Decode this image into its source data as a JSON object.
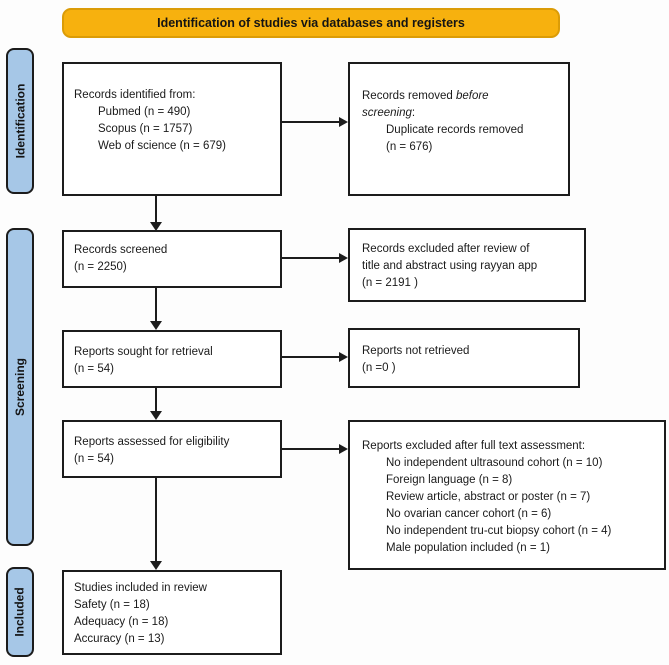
{
  "banner": {
    "label": "Identification of studies via databases and registers"
  },
  "stages": [
    {
      "label": "Identification"
    },
    {
      "label": "Screening"
    },
    {
      "label": "Included"
    }
  ],
  "colors": {
    "banner_fill": "#F7B10E",
    "banner_border": "#DB9C07",
    "stage_fill": "#A6C7E7",
    "box_border": "#1C1C1C",
    "arrow": "#1C1C1C"
  },
  "boxes": {
    "identified": {
      "title": "Records identified from:",
      "items": [
        "Pubmed (n = 490)",
        "Scopus (n = 1757)",
        "Web of science (n = 679)"
      ]
    },
    "removed": {
      "title_prefix": "Records removed ",
      "title_italic": "before screening",
      "title_suffix": ":",
      "items": [
        "Duplicate records removed",
        "(n = 676)"
      ]
    },
    "screened": {
      "lines": [
        "Records screened",
        "(n = 2250)"
      ]
    },
    "excluded_review": {
      "lines": [
        "Records excluded after review of",
        "title and abstract using rayyan app",
        "(n = 2191 )"
      ]
    },
    "sought": {
      "lines": [
        "Reports sought for retrieval",
        "(n = 54)"
      ]
    },
    "not_retrieved": {
      "lines": [
        "Reports not retrieved",
        "(n =0 )"
      ]
    },
    "assessed": {
      "lines": [
        "Reports assessed for eligibility",
        "(n = 54)"
      ]
    },
    "excluded_fulltext": {
      "title": "Reports excluded after full text assessment:",
      "items": [
        "No independent ultrasound cohort (n = 10)",
        "Foreign language (n = 8)",
        "Review article, abstract or poster (n = 7)",
        "No ovarian cancer cohort (n = 6)",
        "No independent tru-cut biopsy cohort (n = 4)",
        "Male population included (n = 1)"
      ]
    },
    "included": {
      "lines": [
        "Studies included in review",
        "Safety (n = 18)",
        "Adequacy (n = 18)",
        "Accuracy (n = 13)"
      ]
    }
  }
}
